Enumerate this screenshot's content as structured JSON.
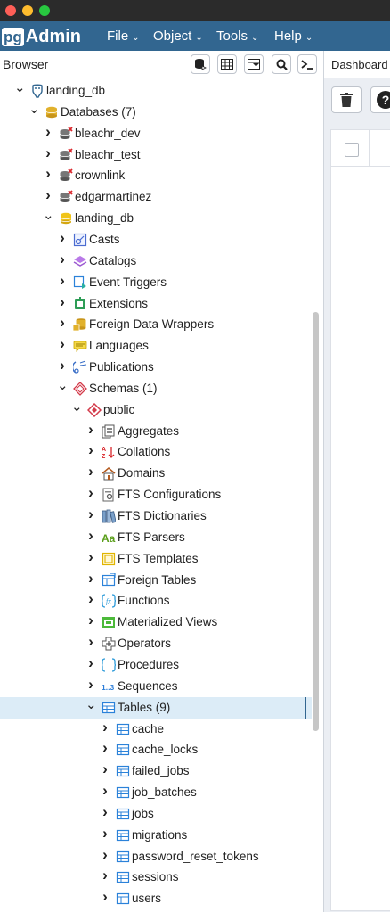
{
  "app": {
    "logo_pg": "pg",
    "logo_admin": "Admin",
    "menus": [
      "File",
      "Object",
      "Tools",
      "Help"
    ]
  },
  "browser": {
    "title": "Browser"
  },
  "dashboard": {
    "tab_label": "Dashboard"
  },
  "tree": [
    {
      "label": "landing_db",
      "depth": 0,
      "expanded": true,
      "icon": "server-icon",
      "selected": false
    },
    {
      "label": "Databases (7)",
      "depth": 1,
      "expanded": true,
      "icon": "databases-icon",
      "selected": false
    },
    {
      "label": "bleachr_dev",
      "depth": 2,
      "expanded": false,
      "icon": "database-disconnected-icon",
      "selected": false
    },
    {
      "label": "bleachr_test",
      "depth": 2,
      "expanded": false,
      "icon": "database-disconnected-icon",
      "selected": false
    },
    {
      "label": "crownlink",
      "depth": 2,
      "expanded": false,
      "icon": "database-disconnected-icon",
      "selected": false
    },
    {
      "label": "edgarmartinez",
      "depth": 2,
      "expanded": false,
      "icon": "database-disconnected-icon",
      "selected": false
    },
    {
      "label": "landing_db",
      "depth": 2,
      "expanded": true,
      "icon": "database-icon",
      "selected": false
    },
    {
      "label": "Casts",
      "depth": 3,
      "expanded": false,
      "icon": "casts-icon",
      "selected": false
    },
    {
      "label": "Catalogs",
      "depth": 3,
      "expanded": false,
      "icon": "catalogs-icon",
      "selected": false
    },
    {
      "label": "Event Triggers",
      "depth": 3,
      "expanded": false,
      "icon": "event-triggers-icon",
      "selected": false
    },
    {
      "label": "Extensions",
      "depth": 3,
      "expanded": false,
      "icon": "extensions-icon",
      "selected": false
    },
    {
      "label": "Foreign Data Wrappers",
      "depth": 3,
      "expanded": false,
      "icon": "foreign-data-wrappers-icon",
      "selected": false
    },
    {
      "label": "Languages",
      "depth": 3,
      "expanded": false,
      "icon": "languages-icon",
      "selected": false
    },
    {
      "label": "Publications",
      "depth": 3,
      "expanded": false,
      "icon": "publications-icon",
      "selected": false
    },
    {
      "label": "Schemas (1)",
      "depth": 3,
      "expanded": true,
      "icon": "schemas-icon",
      "selected": false
    },
    {
      "label": "public",
      "depth": 4,
      "expanded": true,
      "icon": "schema-icon",
      "selected": false
    },
    {
      "label": "Aggregates",
      "depth": 5,
      "expanded": false,
      "icon": "aggregates-icon",
      "selected": false
    },
    {
      "label": "Collations",
      "depth": 5,
      "expanded": false,
      "icon": "collations-icon",
      "selected": false
    },
    {
      "label": "Domains",
      "depth": 5,
      "expanded": false,
      "icon": "domains-icon",
      "selected": false
    },
    {
      "label": "FTS Configurations",
      "depth": 5,
      "expanded": false,
      "icon": "fts-configurations-icon",
      "selected": false
    },
    {
      "label": "FTS Dictionaries",
      "depth": 5,
      "expanded": false,
      "icon": "fts-dictionaries-icon",
      "selected": false
    },
    {
      "label": "FTS Parsers",
      "depth": 5,
      "expanded": false,
      "icon": "fts-parsers-icon",
      "selected": false
    },
    {
      "label": "FTS Templates",
      "depth": 5,
      "expanded": false,
      "icon": "fts-templates-icon",
      "selected": false
    },
    {
      "label": "Foreign Tables",
      "depth": 5,
      "expanded": false,
      "icon": "foreign-tables-icon",
      "selected": false
    },
    {
      "label": "Functions",
      "depth": 5,
      "expanded": false,
      "icon": "functions-icon",
      "selected": false
    },
    {
      "label": "Materialized Views",
      "depth": 5,
      "expanded": false,
      "icon": "materialized-views-icon",
      "selected": false
    },
    {
      "label": "Operators",
      "depth": 5,
      "expanded": false,
      "icon": "operators-icon",
      "selected": false
    },
    {
      "label": "Procedures",
      "depth": 5,
      "expanded": false,
      "icon": "procedures-icon",
      "selected": false
    },
    {
      "label": "Sequences",
      "depth": 5,
      "expanded": false,
      "icon": "sequences-icon",
      "selected": false
    },
    {
      "label": "Tables (9)",
      "depth": 5,
      "expanded": true,
      "icon": "tables-icon",
      "selected": true
    },
    {
      "label": "cache",
      "depth": 6,
      "expanded": false,
      "icon": "table-icon",
      "selected": false
    },
    {
      "label": "cache_locks",
      "depth": 6,
      "expanded": false,
      "icon": "table-icon",
      "selected": false
    },
    {
      "label": "failed_jobs",
      "depth": 6,
      "expanded": false,
      "icon": "table-icon",
      "selected": false
    },
    {
      "label": "job_batches",
      "depth": 6,
      "expanded": false,
      "icon": "table-icon",
      "selected": false
    },
    {
      "label": "jobs",
      "depth": 6,
      "expanded": false,
      "icon": "table-icon",
      "selected": false
    },
    {
      "label": "migrations",
      "depth": 6,
      "expanded": false,
      "icon": "table-icon",
      "selected": false
    },
    {
      "label": "password_reset_tokens",
      "depth": 6,
      "expanded": false,
      "icon": "table-icon",
      "selected": false
    },
    {
      "label": "sessions",
      "depth": 6,
      "expanded": false,
      "icon": "table-icon",
      "selected": false
    },
    {
      "label": "users",
      "depth": 6,
      "expanded": false,
      "icon": "table-icon",
      "selected": false
    }
  ],
  "colors": {
    "header": "#326690",
    "selection": "#dcecf7",
    "title_bar": "#2b2b2b"
  }
}
